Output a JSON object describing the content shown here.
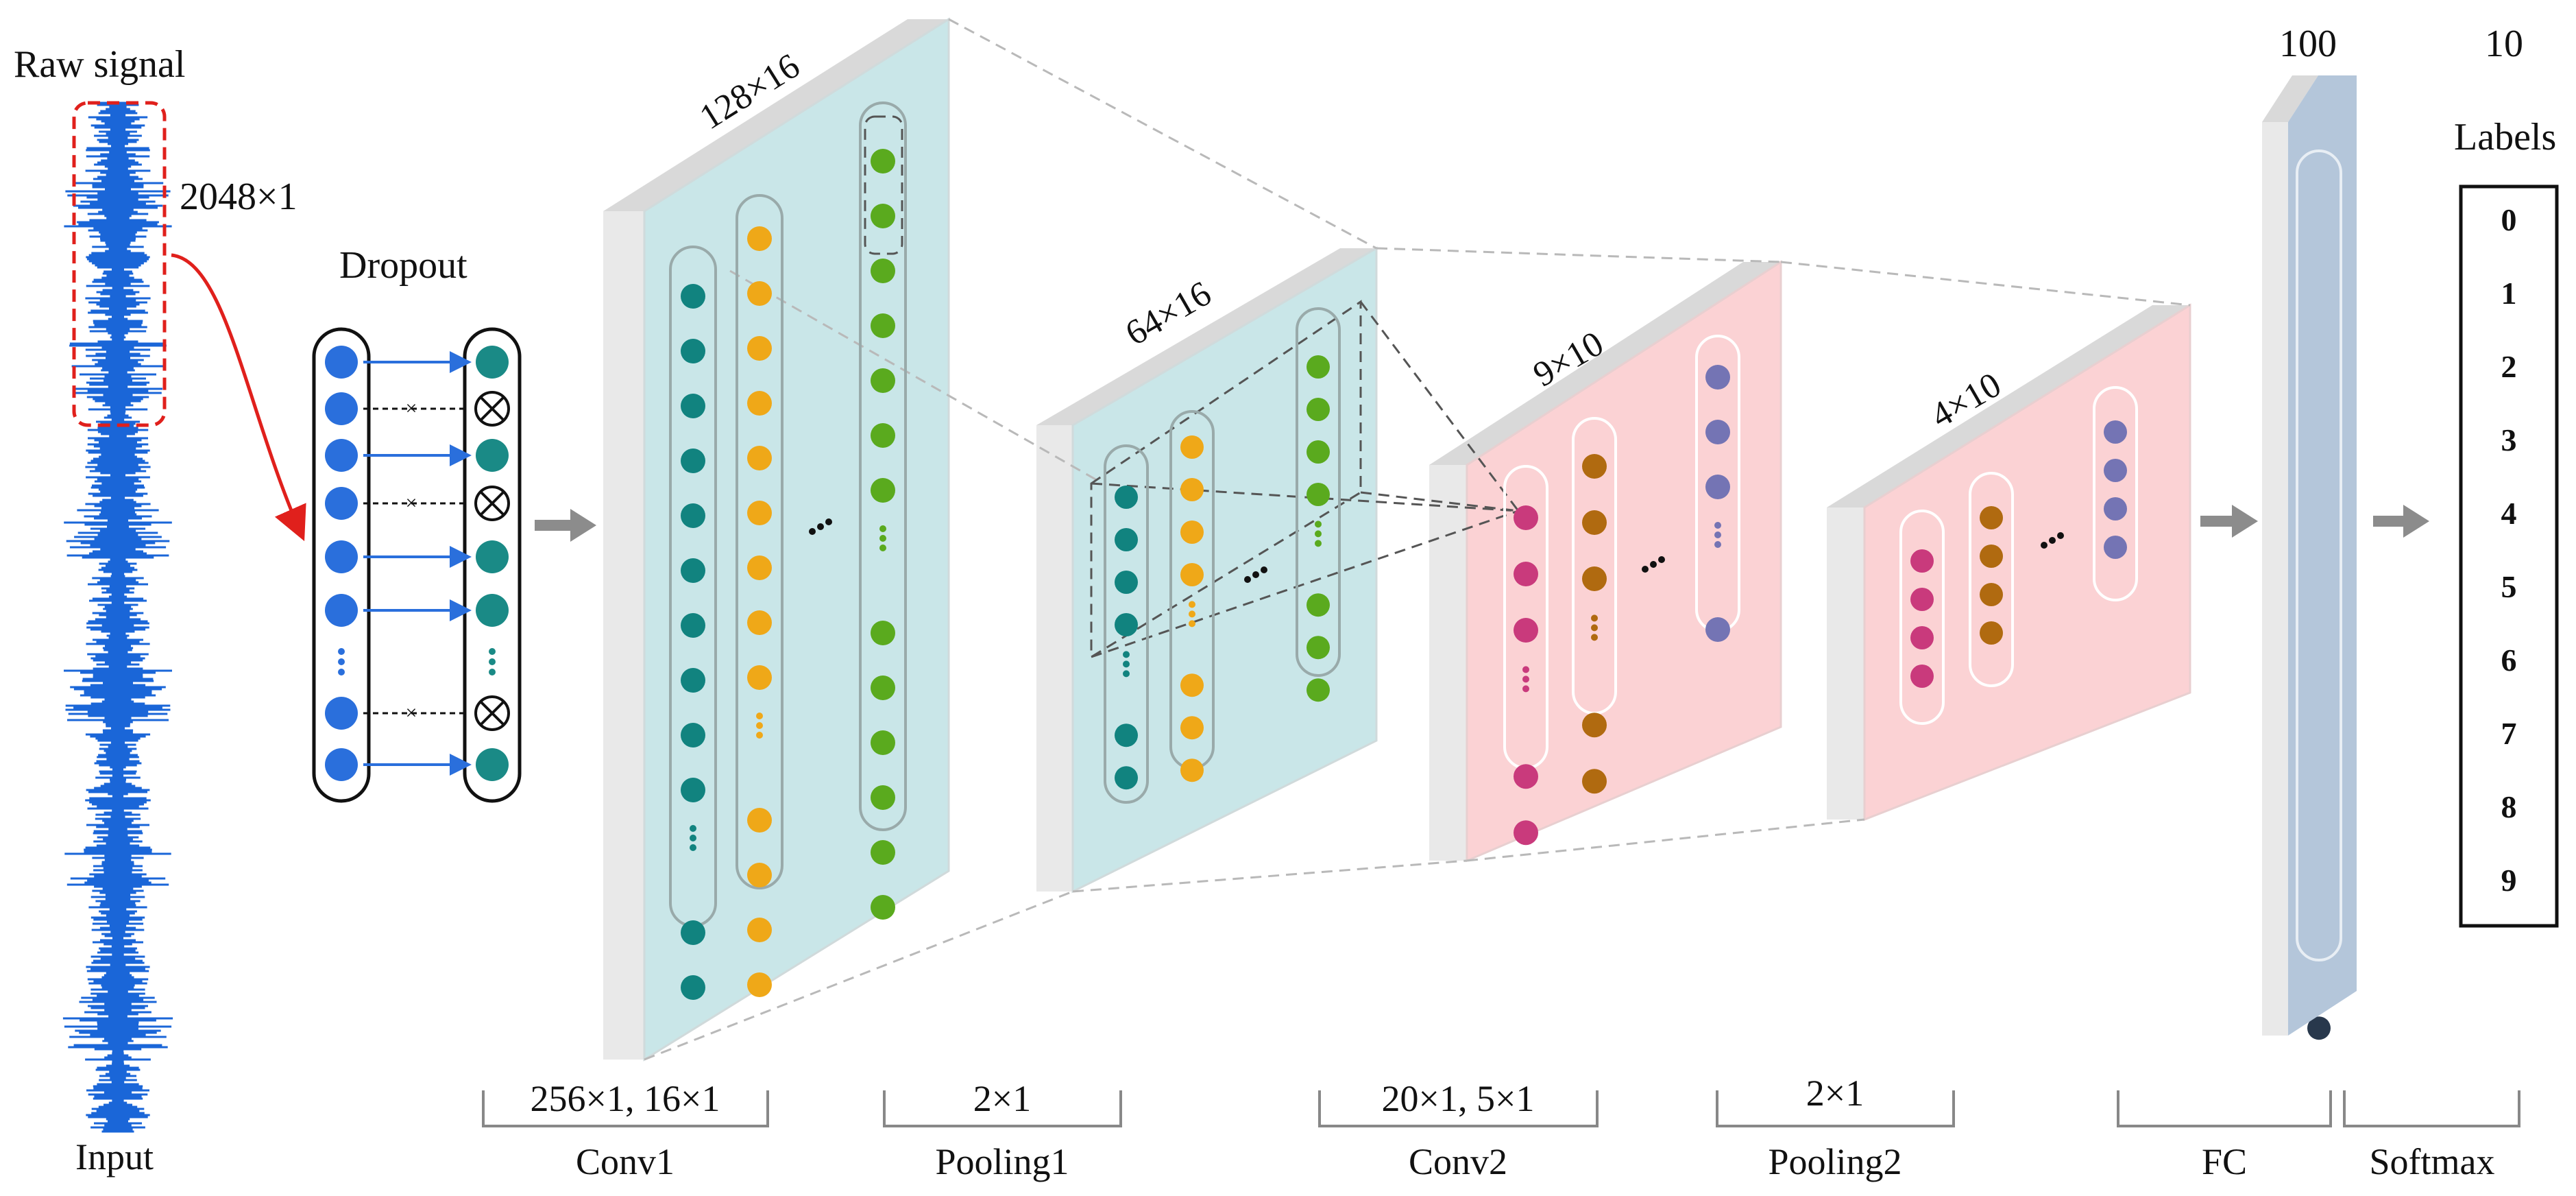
{
  "input": {
    "title": "Raw signal",
    "size": "2048×1",
    "label": "Input"
  },
  "dropout": {
    "title": "Dropout",
    "kept_color": "#2a6fdc",
    "node_color": "#1a8a86"
  },
  "layers": {
    "conv1": {
      "dim": "128×16",
      "kernel": "256×1, 16×1",
      "name": "Conv1",
      "color": "#c9e6e8"
    },
    "pool1": {
      "dim": "64×16",
      "kernel": "2×1",
      "name": "Pooling1",
      "color": "#c9e6e8"
    },
    "conv2": {
      "dim": "9×10",
      "kernel": "20×1, 5×1",
      "name": "Conv2",
      "color": "#fbd2d4"
    },
    "pool2": {
      "dim": "4×10",
      "kernel": "2×1",
      "name": "Pooling2",
      "color": "#fbd2d4"
    },
    "fc": {
      "dim": "100",
      "name": "FC",
      "color": "#b4c6da"
    },
    "softmax": {
      "dim": "10",
      "name": "Softmax"
    }
  },
  "labels_box": {
    "title": "Labels",
    "items": [
      "0",
      "1",
      "2",
      "3",
      "4",
      "5",
      "6",
      "7",
      "8",
      "9"
    ]
  },
  "colors": {
    "teal_node": "#11837f",
    "orange_node": "#efa818",
    "green_node": "#5aaa1e",
    "magenta_node": "#c93a7c",
    "brown_node": "#b06a10",
    "purple_node": "#7474b4",
    "dark_node": "#28384c",
    "signal": "#1a66d8",
    "arrow_gray": "#8c8c8c",
    "arrow_red": "#e0201c"
  }
}
